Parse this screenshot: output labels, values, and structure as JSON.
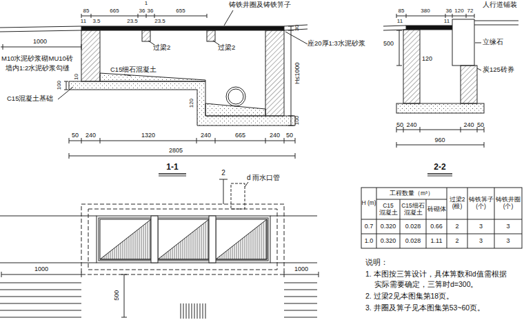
{
  "diagram": {
    "labels": [
      "1",
      "85",
      "665",
      "36",
      "36",
      "655",
      "铸铁井圈及铸铁箅子",
      "11",
      "3.5",
      "23.5",
      "23.5",
      "1000",
      "座20厚1:3水泥砂浆",
      "过梁2",
      "过梁2",
      "M10水泥砂浆砌MU10砖",
      "墙内1:2水泥砂浆勾缝",
      "10",
      "30",
      "C15细石混凝土",
      "H≤1000",
      "100",
      "C15混凝土基础",
      "120",
      "100",
      "50",
      "240",
      "1320",
      "240",
      "665",
      "240",
      "50",
      "2805",
      "1-1",
      "85",
      "380",
      "36",
      "120",
      "72",
      "11",
      "11",
      "人行道铺装",
      "500",
      "立缘石",
      "120",
      "炭125砖券",
      "50",
      "240",
      "240",
      "50",
      "960",
      "2-2",
      "2",
      "d 雨水口管",
      "1000",
      "1000",
      "500",
      "H (m)",
      "工程数量（m³）",
      "C15 混凝土",
      "C15细石 混凝土",
      "砖砌体",
      "过梁2 (根)",
      "铸铁箅子 (个)",
      "铸铁井圈 (个)",
      "0.7",
      "0.320",
      "0.028",
      "0.66",
      "2",
      "3",
      "3",
      "1.0",
      "0.320",
      "0.028",
      "1.11",
      "2",
      "3",
      "3",
      "说明：",
      "1. 本图按三箅设计，具体箅数和d值需根据 实际需要确定，三箅时d=300。",
      "2. 过梁2见本图集第18页。",
      "3. 井圈及箅子见本图集第53~60页。"
    ]
  }
}
